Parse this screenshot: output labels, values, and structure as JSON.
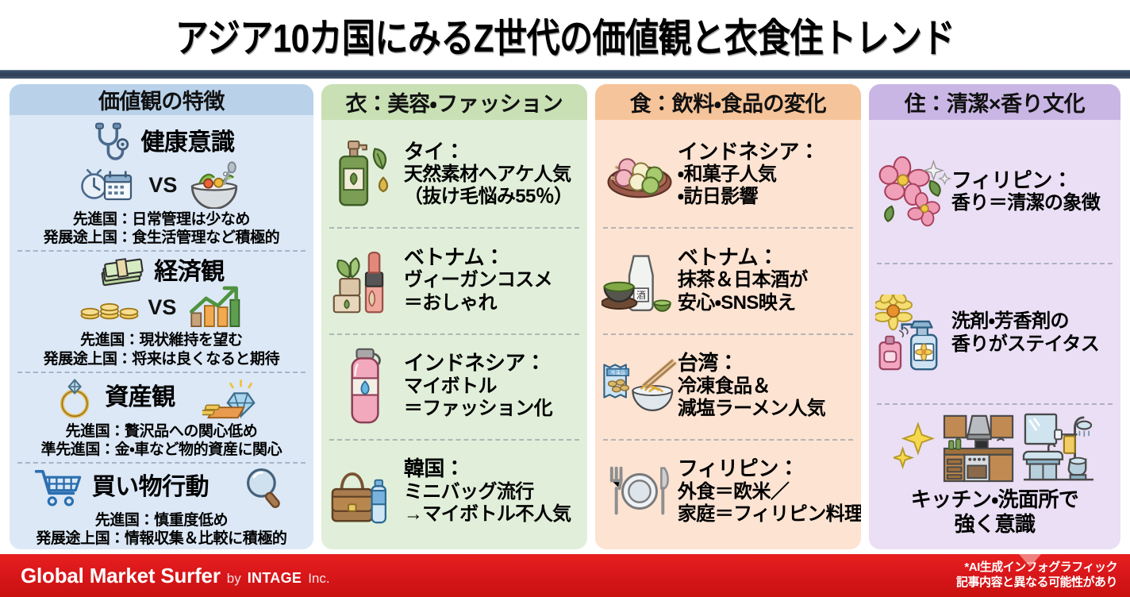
{
  "header": {
    "title": "アジア10カ国にみるZ世代の価値観と衣食住トレンド"
  },
  "columns": [
    {
      "id": "values",
      "header": "価値観の特徴",
      "accent": "#b9d2ea",
      "bg": "#dce8f6",
      "entries": [
        {
          "title": "健康意識",
          "vs_label": "VS",
          "icons": [
            "stethoscope-icon",
            "clock-calendar-icon",
            "salad-bowl-icon"
          ],
          "lines": [
            "先進国：日常管理は少なめ",
            "発展途上国：食生活管理など積極的"
          ]
        },
        {
          "title": "経済観",
          "vs_label": "VS",
          "icons": [
            "cash-stack-icon",
            "coins-icon",
            "growth-chart-icon"
          ],
          "lines": [
            "先進国：現状維持を望む",
            "発展途上国：将来は良くなると期待"
          ]
        },
        {
          "title": "資産観",
          "vs_label": "",
          "icons": [
            "ring-icon",
            "diamond-gold-icon"
          ],
          "lines": [
            "先進国：贅沢品への関心低め",
            "準先進国：金・車など物的資産に関心"
          ]
        },
        {
          "title": "買い物行動",
          "vs_label": "",
          "icons": [
            "shopping-cart-icon",
            "magnifier-icon"
          ],
          "lines": [
            "先進国：慎重度低め",
            "発展途上国：情報収集＆比較に積極的"
          ]
        }
      ]
    },
    {
      "id": "clothing",
      "header": "衣：美容・ファッション",
      "accent": "#c8e0b4",
      "bg": "#e1efda",
      "entries": [
        {
          "icon": "shampoo-bottle-leaf-icon",
          "title": "タイ：",
          "lines": [
            "天然素材ヘアケ人気",
            "（抜け毛悩み55％）"
          ]
        },
        {
          "icon": "lipstick-plant-cosmetics-icon",
          "title": "ベトナム：",
          "lines": [
            "ヴィーガンコスメ",
            "＝おしゃれ"
          ]
        },
        {
          "icon": "pink-water-bottle-icon",
          "title": "インドネシア：",
          "lines": [
            "マイボトル",
            "＝ファッション化"
          ]
        },
        {
          "icon": "handbag-bottle-icon",
          "title": "韓国：",
          "lines": [
            "ミニバッグ流行",
            "→マイボトル不人気"
          ]
        }
      ]
    },
    {
      "id": "food",
      "header": "食：飲料・食品の変化",
      "accent": "#f6c49a",
      "bg": "#fce3d2",
      "entries": [
        {
          "icon": "dango-plate-icon",
          "title": "インドネシア：",
          "lines": [
            "・和菓子人気",
            "・訪日影響"
          ]
        },
        {
          "icon": "matcha-sake-icon",
          "title": "ベトナム：",
          "lines": [
            "抹茶＆日本酒が",
            "安心・SNS映え"
          ]
        },
        {
          "icon": "frozen-food-ramen-icon",
          "title": "台湾：",
          "lines": [
            "冷凍食品＆",
            "減塩ラーメン人気"
          ]
        },
        {
          "icon": "cutlery-plate-icon",
          "title": "フィリピン：",
          "lines": [
            "外食＝欧米／",
            "家庭＝フィリピン料理"
          ]
        }
      ]
    },
    {
      "id": "living",
      "header": "住：清潔×香り文化",
      "accent": "#c9b6e4",
      "bg": "#eadff4",
      "entries": [
        {
          "icon": "sakura-flower-sparkle-icon",
          "title": "フィリピン：",
          "lines": [
            "香り＝清潔の象徴"
          ]
        },
        {
          "icon": "detergent-spray-flower-icon",
          "title": "",
          "lines": [
            "洗剤・芳香剤の",
            "香りがステイタス"
          ]
        },
        {
          "icon": "kitchen-bathroom-sparkle-icon",
          "title": "",
          "caption_lines": [
            "キッチン・洗面所で",
            "強く意識"
          ]
        }
      ]
    }
  ],
  "footer": {
    "brand_main": "Global Market Surfer",
    "brand_by": "by",
    "brand_intage": "INTAGE",
    "brand_inc": "Inc.",
    "disclaimer_line1": "*AI生成インフォグラフィック",
    "disclaimer_line2": "記事内容と異なる可能性があり"
  },
  "colors": {
    "title_rule": "#2e3e56",
    "footer_bg": "#d8161a"
  }
}
